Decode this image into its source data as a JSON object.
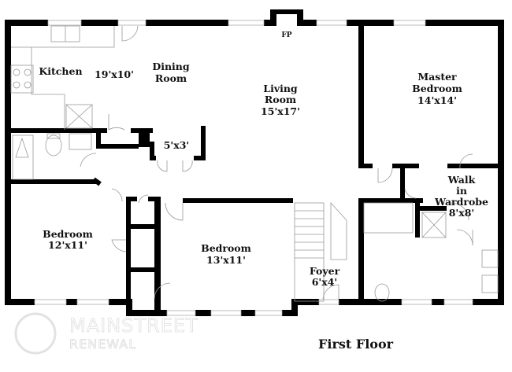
{
  "plan": {
    "title": "First Floor",
    "rooms": {
      "kitchen": "Kitchen",
      "kitchen_dining_size": "19'x10'",
      "dining_1": "Dining",
      "dining_2": "Room",
      "living_1": "Living",
      "living_2": "Room",
      "living_size": "15'x17'",
      "fireplace": "FP",
      "master_1": "Master",
      "master_2": "Bedroom",
      "master_size": "14'x14'",
      "closet_size": "5'x3'",
      "walkin_1": "Walk",
      "walkin_2": "in",
      "walkin_3": "Wardrobe",
      "walkin_size": "8'x8'",
      "bedroom1": "Bedroom",
      "bedroom1_size": "12'x11'",
      "bedroom2": "Bedroom",
      "bedroom2_size": "13'x11'",
      "foyer": "Foyer",
      "foyer_size": "6'x4'"
    },
    "watermark": {
      "line1": "MAINSTREET",
      "line2": "RENEWAL"
    }
  }
}
